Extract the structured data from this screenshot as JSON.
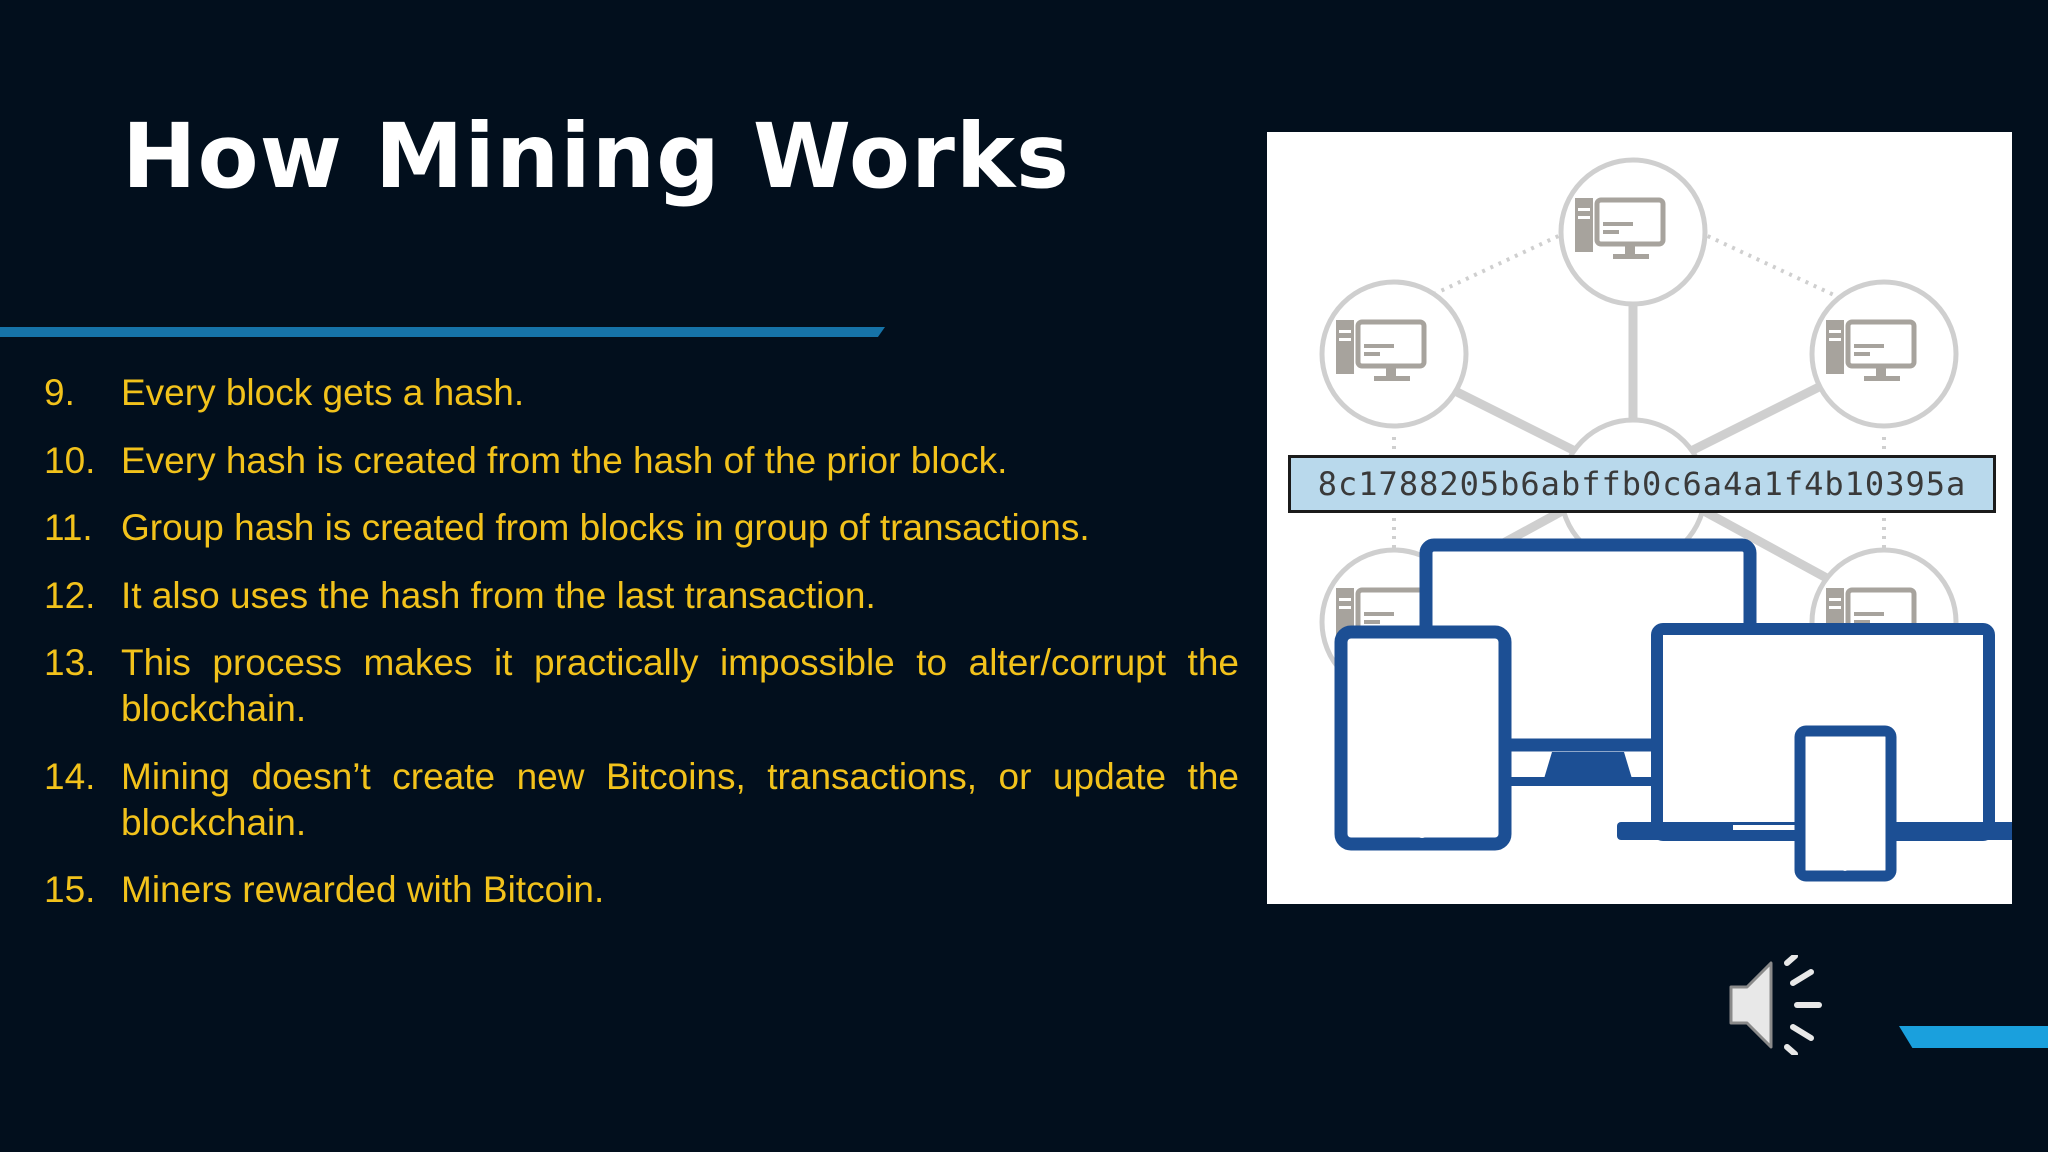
{
  "slide": {
    "title": "How Mining Works",
    "bullets": [
      {
        "num": "9.",
        "text": "Every block gets a hash."
      },
      {
        "num": "10.",
        "text": "Every hash is created from the hash of the prior block."
      },
      {
        "num": "11.",
        "text": "Group hash is created from blocks in group of transactions."
      },
      {
        "num": "12.",
        "text": "It also uses the hash from the last transaction."
      },
      {
        "num": "13.",
        "text": "This process makes it practically impossible to alter/corrupt the blockchain."
      },
      {
        "num": "14.",
        "text": "Mining doesn’t create new Bitcoins, transactions, or update the blockchain."
      },
      {
        "num": "15.",
        "text": "Miners rewarded with Bitcoin."
      }
    ],
    "figure": {
      "hash": "8c1788205b6abffb0c6a4a1f4b10395a"
    }
  },
  "colors": {
    "background": "#020f1d",
    "title": "#ffffff",
    "bullet_text": "#f2c21b",
    "accent_rule": "#1673a8",
    "corner_accent": "#1aa0dd",
    "device_blue": "#1c4f94",
    "hash_box": "#b9d9ec"
  },
  "icons": [
    "network-node-icon",
    "computer-devices-icon",
    "speaker-icon"
  ]
}
